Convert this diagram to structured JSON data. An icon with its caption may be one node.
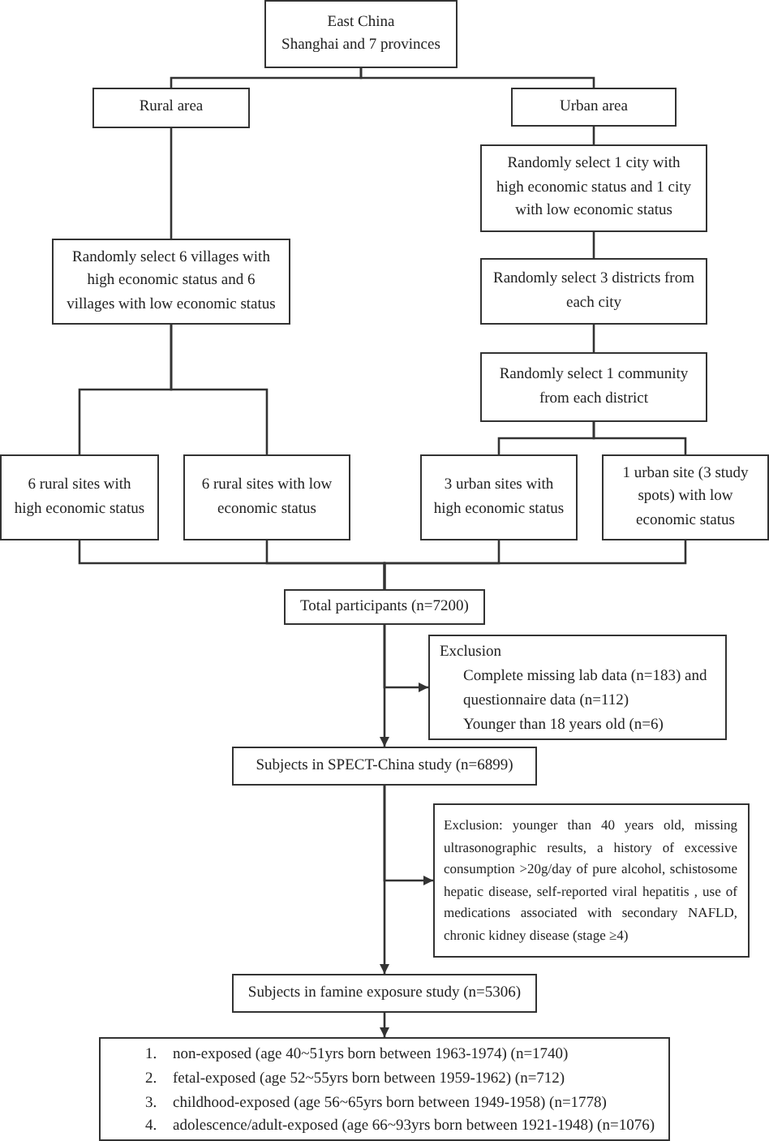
{
  "diagram": {
    "nodes": [
      {
        "text": [
          "East China",
          "Shanghai and 7 provinces"
        ]
      },
      {
        "text": [
          "Rural area"
        ]
      },
      {
        "text": [
          "Urban area"
        ]
      },
      {
        "text": [
          "Randomly select 1 city with high economic status and 1 city with low economic status"
        ]
      },
      {
        "text": [
          "Randomly select 6 villages with high economic status and 6 villages with low economic status"
        ]
      },
      {
        "text": [
          "Randomly select 3 districts from each city"
        ]
      },
      {
        "text": [
          "Randomly select 1 community from each district"
        ]
      },
      {
        "text": [
          "6 rural sites with high economic status"
        ]
      },
      {
        "text": [
          "6 rural sites with low economic status"
        ]
      },
      {
        "text": [
          "3 urban sites with high economic status"
        ]
      },
      {
        "text": [
          "1 urban site (3 study spots) with low economic status"
        ]
      },
      {
        "text": [
          "Total participants (n=7200)"
        ]
      },
      {
        "text": [
          "Exclusion",
          "Complete missing lab data (n=183) and questionnaire data (n=112)",
          "Younger than 18 years old (n=6)"
        ]
      },
      {
        "text": [
          "Subjects in SPECT-China study (n=6899)"
        ]
      },
      {
        "text": [
          "Exclusion: younger than 40 years old, missing ultrasonographic results, a history of excessive consumption >20g/day of pure alcohol, schistosome hepatic disease, self-reported viral hepatitis , use of medications associated with secondary NAFLD, chronic kidney disease (stage ≥4)"
        ]
      },
      {
        "text": [
          "Subjects in famine exposure study (n=5306)"
        ]
      },
      {
        "text": [
          "1.",
          "non-exposed (age 40~51yrs born between 1963-1974) (n=1740)",
          "2.",
          "fetal-exposed (age 52~55yrs born between 1959-1962) (n=712)",
          "3.",
          "childhood-exposed (age 56~65yrs born between 1949-1958) (n=1778)",
          "4.",
          "adolescence/adult-exposed (age 66~93yrs born between 1921-1948) (n=1076)"
        ]
      }
    ],
    "edges": [
      {
        "from": 0,
        "to": 1,
        "arrow": "none"
      },
      {
        "from": 0,
        "to": 2,
        "arrow": "none"
      },
      {
        "from": 1,
        "to": 4,
        "arrow": "none"
      },
      {
        "from": 2,
        "to": 3,
        "arrow": "none"
      },
      {
        "from": 3,
        "to": 5,
        "arrow": "none"
      },
      {
        "from": 5,
        "to": 6,
        "arrow": "none"
      },
      {
        "from": 4,
        "to": 7,
        "arrow": "none"
      },
      {
        "from": 4,
        "to": 8,
        "arrow": "none"
      },
      {
        "from": 6,
        "to": 9,
        "arrow": "none"
      },
      {
        "from": 6,
        "to": 10,
        "arrow": "none"
      },
      {
        "from": 7,
        "to": 11,
        "arrow": "none"
      },
      {
        "from": 8,
        "to": 11,
        "arrow": "none"
      },
      {
        "from": 9,
        "to": 11,
        "arrow": "none"
      },
      {
        "from": 10,
        "to": 11,
        "arrow": "none"
      },
      {
        "from": 11,
        "to": 13,
        "arrow": "to"
      },
      {
        "from": 11,
        "to": 12,
        "arrow": "to"
      },
      {
        "from": 13,
        "to": 15,
        "arrow": "to"
      },
      {
        "from": 13,
        "to": 14,
        "arrow": "to"
      },
      {
        "from": 15,
        "to": 16,
        "arrow": "to"
      }
    ]
  }
}
